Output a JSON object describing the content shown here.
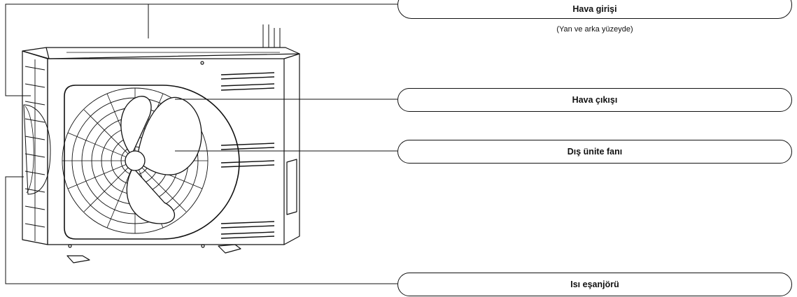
{
  "labels": {
    "air_inlet": "Hava girişi",
    "air_inlet_note": "(Yan ve arka yüzeyde)",
    "air_outlet": "Hava çıkışı",
    "outdoor_fan": "Dış ünite fanı",
    "heat_exchanger": "Isı eşanjörü"
  },
  "colors": {
    "line": "#111111",
    "background": "#ffffff"
  }
}
